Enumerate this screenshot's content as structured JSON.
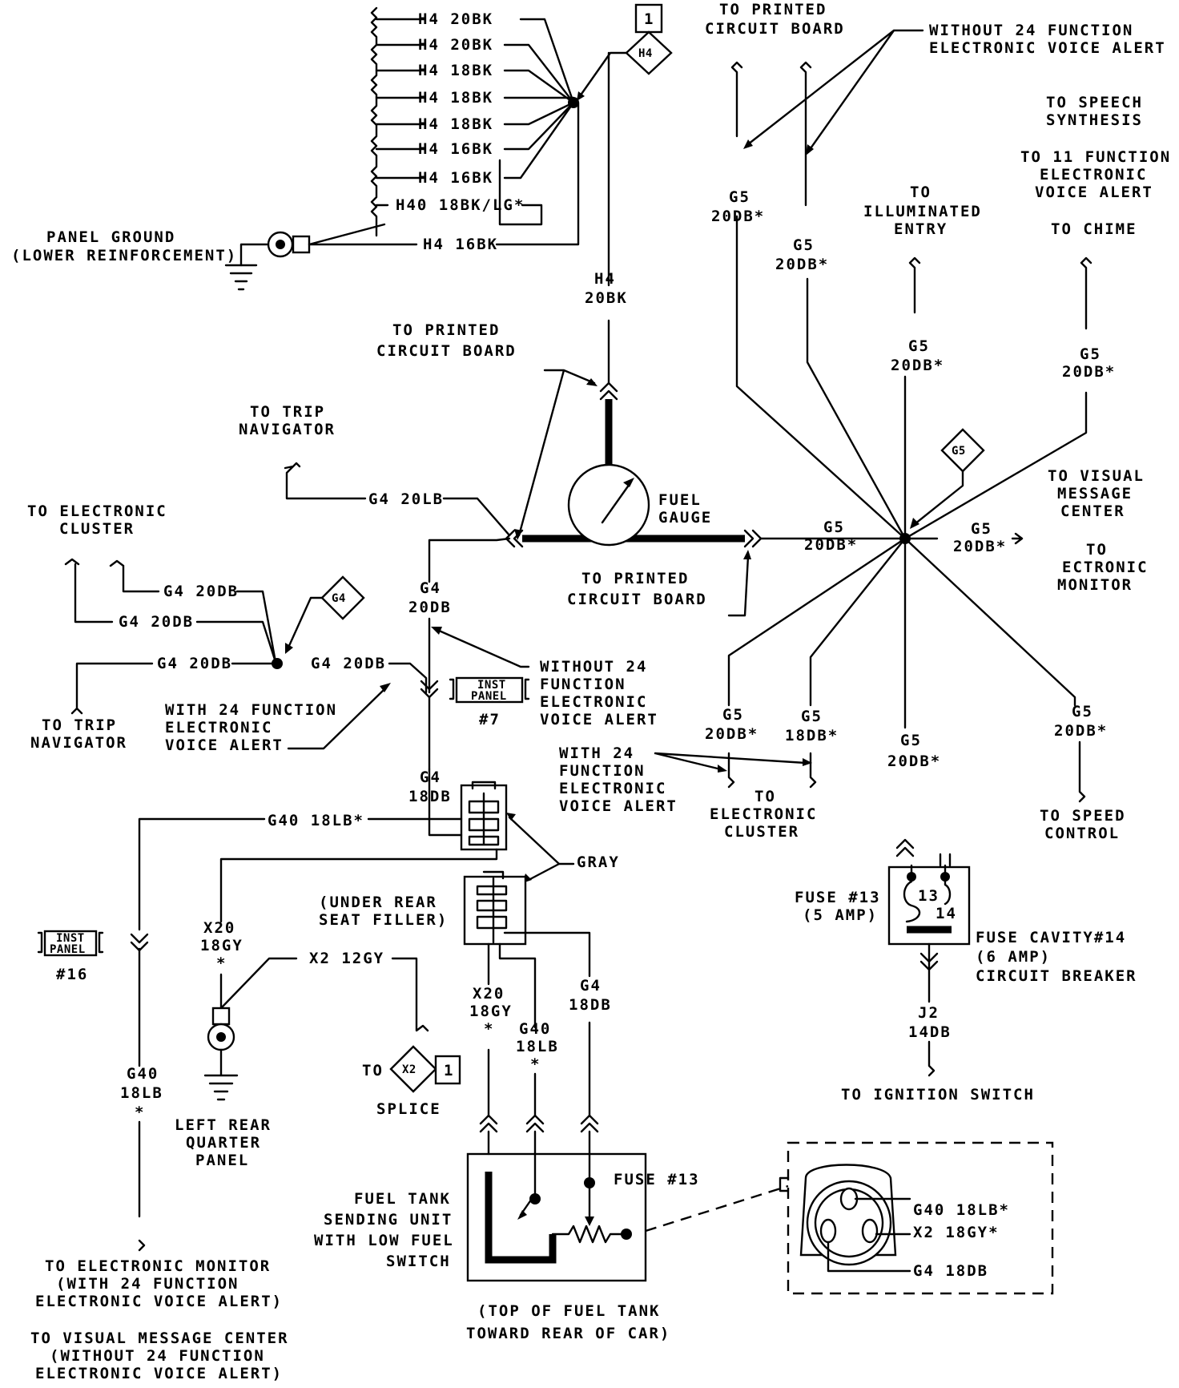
{
  "ground_wires": [
    "H4 20BK",
    "H4 20BK",
    "H4 18BK",
    "H4 18BK",
    "H4 18BK",
    "H4 16BK",
    "H4 16BK"
  ],
  "h40_wire": "H40 18BK/LG*",
  "panel_ground": {
    "line1": "PANEL GROUND",
    "line2": "(LOWER REINFORCEMENT)",
    "wire": "H4 16BK"
  },
  "h4_splice": {
    "label": "H4",
    "pin": "1"
  },
  "h4_main": {
    "line1": "H4",
    "line2": "20BK"
  },
  "pcb_top_left": {
    "line1": "TO PRINTED",
    "line2": "CIRCUIT BOARD"
  },
  "pcb_top_right": {
    "line1": "TO PRINTED",
    "line2": "CIRCUIT BOARD"
  },
  "pcb_bottom": {
    "line1": "TO PRINTED",
    "line2": "CIRCUIT BOARD"
  },
  "without24_top": {
    "line1": "WITHOUT 24 FUNCTION",
    "line2": "ELECTRONIC VOICE ALERT"
  },
  "speech": {
    "line1": "TO SPEECH",
    "line2": "SYNTHESIS"
  },
  "eleven_function": {
    "line1": "TO 11 FUNCTION",
    "line2": "ELECTRONIC",
    "line3": "VOICE ALERT"
  },
  "chime": "TO CHIME",
  "illuminated": {
    "line1": "TO",
    "line2": "ILLUMINATED",
    "line3": "ENTRY"
  },
  "g5_wire": {
    "line1": "G5",
    "line2": "20DB*"
  },
  "g5_18": {
    "line1": "G5",
    "line2": "18DB*"
  },
  "g5_splice": "G5",
  "visual_message": {
    "line1": "TO VISUAL",
    "line2": "MESSAGE",
    "line3": "CENTER"
  },
  "electronic_monitor": {
    "line1": "TO",
    "line2": "ECTRONIC",
    "line3": "MONITOR"
  },
  "trip_nav_top": {
    "line1": "TO TRIP",
    "line2": "NAVIGATOR"
  },
  "g4_20lb": "G4 20LB",
  "fuel_gauge": {
    "line1": "FUEL",
    "line2": "GAUGE"
  },
  "electronic_cluster_left": {
    "line1": "TO ELECTRONIC",
    "line2": "CLUSTER"
  },
  "g4_20db": "G4 20DB",
  "g4_stack": {
    "line1": "G4",
    "line2": "20DB"
  },
  "g4_splice": "G4",
  "trip_nav_bottom": {
    "line1": "TO TRIP",
    "line2": "NAVIGATOR"
  },
  "with24_left": {
    "line1": "WITH 24 FUNCTION",
    "line2": "ELECTRONIC",
    "line3": "VOICE ALERT"
  },
  "without24_mid": {
    "line1": "WITHOUT 24",
    "line2": "FUNCTION",
    "line3": "ELECTRONIC",
    "line4": "VOICE ALERT"
  },
  "inst_panel_7": {
    "line1": "INST",
    "line2": "PANEL",
    "num": "#7"
  },
  "with24_mid": {
    "line1": "WITH 24",
    "line2": "FUNCTION",
    "line3": "ELECTRONIC",
    "line4": "VOICE ALERT"
  },
  "electronic_cluster_bottom": {
    "line1": "TO",
    "line2": "ELECTRONIC",
    "line3": "CLUSTER"
  },
  "speed_control": {
    "line1": "TO SPEED",
    "line2": "CONTROL"
  },
  "g4_18db": {
    "line1": "G4",
    "line2": "18DB"
  },
  "g40_18lb": "G40 18LB*",
  "gray": "GRAY",
  "under_rear": {
    "line1": "(UNDER REAR",
    "line2": "SEAT FILLER)"
  },
  "inst_panel_16": {
    "line1": "INST",
    "line2": "PANEL",
    "num": "#16"
  },
  "x20_left": {
    "line1": "X20",
    "line2": "18GY",
    "line3": "*"
  },
  "x2_12gy": "X2 12GY",
  "x2_splice": {
    "pre": "TO",
    "label": "X2",
    "pin": "1",
    "post": "SPLICE"
  },
  "left_rear": {
    "line1": "LEFT REAR",
    "line2": "QUARTER",
    "line3": "PANEL"
  },
  "g40_vert": {
    "line1": "G40",
    "line2": "18LB",
    "line3": "*"
  },
  "x20_mid": {
    "line1": "X20",
    "line2": "18GY",
    "line3": "*"
  },
  "g40_mid": {
    "line1": "G40",
    "line2": "18LB",
    "line3": "*"
  },
  "g4_mid": {
    "line1": "G4",
    "line2": "18DB"
  },
  "fuse": {
    "title": "FUSE #13",
    "amp": "(5 AMP)",
    "n13": "13",
    "n14": "14"
  },
  "fuse_cavity": {
    "line1": "FUSE CAVITY#14",
    "line2": "(6 AMP)",
    "line3": "CIRCUIT BREAKER"
  },
  "j2": {
    "line1": "J2",
    "line2": "14DB"
  },
  "ignition": "TO IGNITION SWITCH",
  "sending_unit": {
    "line1": "FUEL TANK",
    "line2": "SENDING UNIT",
    "line3": "WITH LOW FUEL",
    "line4": "SWITCH",
    "fuse": "FUSE #13"
  },
  "tank_top": {
    "line1": "(TOP OF FUEL TANK",
    "line2": "TOWARD REAR OF CAR)"
  },
  "inset": {
    "g40": "G40 18LB*",
    "x2": "X2 18GY*",
    "g4": "G4 18DB"
  },
  "monitor_note": {
    "line1": "TO ELECTRONIC MONITOR",
    "line2": "(WITH 24 FUNCTION",
    "line3": "ELECTRONIC VOICE ALERT)"
  },
  "vmc_note": {
    "line1": "TO VISUAL MESSAGE CENTER",
    "line2": "(WITHOUT 24 FUNCTION",
    "line3": "ELECTRONIC VOICE ALERT)"
  }
}
